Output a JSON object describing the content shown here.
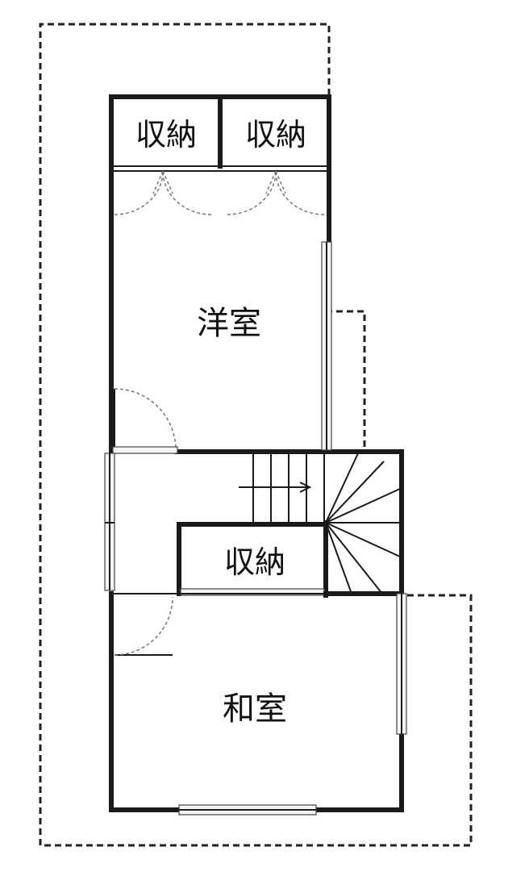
{
  "rooms": {
    "storage_top_left": "収納",
    "storage_top_right": "収納",
    "western_room": "洋室",
    "storage_middle": "収納",
    "japanese_room": "和室"
  }
}
